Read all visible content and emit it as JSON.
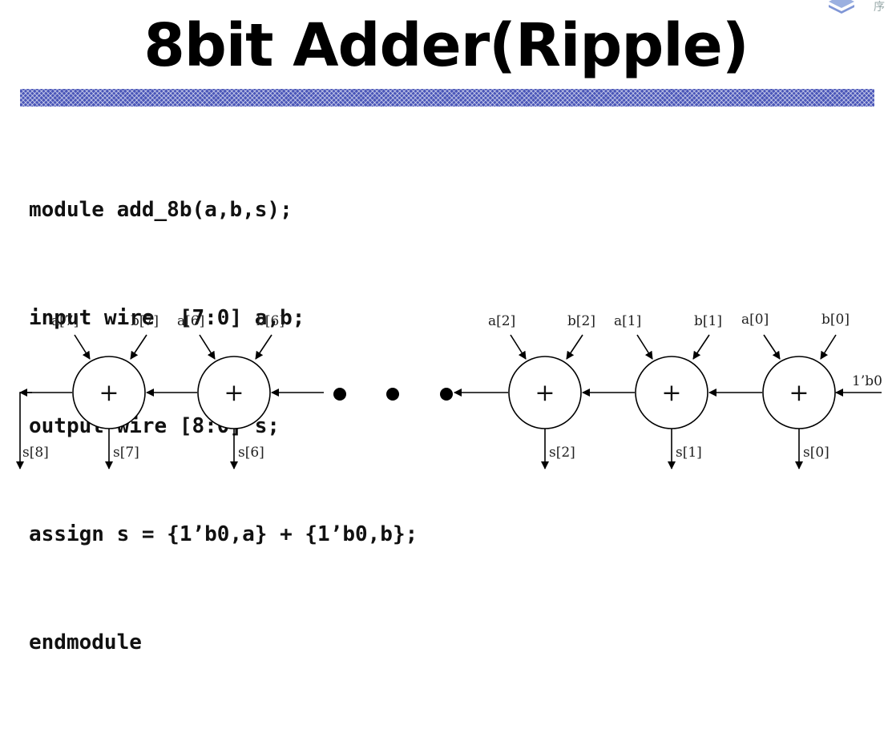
{
  "slide": {
    "title": "8bit Adder(Ripple)",
    "corner_text": "序"
  },
  "code": {
    "lines": [
      "module add_8b(a,b,s);",
      "input wire  [7:0] a,b;",
      "output wire [8:0] s;",
      "assign s = {1’b0,a} + {1’b0,b};",
      "endmodule"
    ]
  },
  "diagram": {
    "adders": [
      {
        "a": "a[7]",
        "b": "b[7]",
        "s": "s[7]",
        "symbol": "+"
      },
      {
        "a": "a[6]",
        "b": "b[6]",
        "s": "s[6]",
        "symbol": "+"
      },
      {
        "a": "a[2]",
        "b": "b[2]",
        "s": "s[2]",
        "symbol": "+"
      },
      {
        "a": "a[1]",
        "b": "b[1]",
        "s": "s[1]",
        "symbol": "+"
      },
      {
        "a": "a[0]",
        "b": "b[0]",
        "s": "s[0]",
        "symbol": "+"
      }
    ],
    "carry_out_label": "s[8]",
    "carry_in_label": "1’b0"
  },
  "colors": {
    "band": "#4a56b8",
    "text": "#000000"
  }
}
